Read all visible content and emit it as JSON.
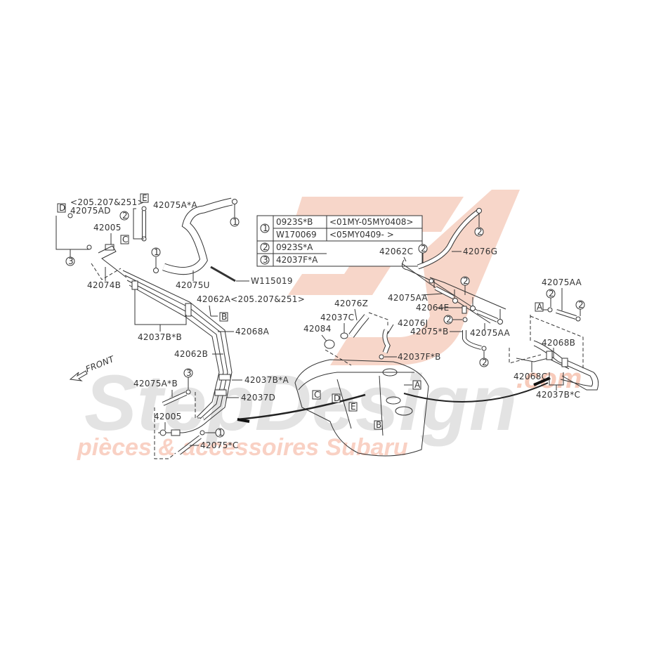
{
  "watermark": {
    "logo_letters": "SD",
    "brand": "StepDesign",
    "domain_suffix": ".com",
    "tagline": "pièces & accessoires Subaru",
    "colors": {
      "logo": "#f5c9b8",
      "brand": "#e4e4e4",
      "tagline": "#f9d3c6"
    }
  },
  "front_indicator": {
    "label": "FRONT"
  },
  "legend_table": {
    "rows": [
      {
        "ref": "1",
        "part": "0923S*B",
        "note": "<01MY-05MY0408>"
      },
      {
        "ref": "",
        "part": "W170069",
        "note": "<05MY0409-    >"
      },
      {
        "ref": "2",
        "part": "0923S*A",
        "note": ""
      },
      {
        "ref": "3",
        "part": "42037F*A",
        "note": ""
      }
    ]
  },
  "callouts": {
    "c_205": "<205.207&251>",
    "c_42075AD": "42075AD",
    "c_42075AxA": "42075A*A",
    "c_42005_top": "42005",
    "c_42074B": "42074B",
    "c_42075U": "42075U",
    "c_W115019": "W115019",
    "c_42062A": "42062A<205.207&251>",
    "c_42068A": "42068A",
    "c_42037BxB": "42037B*B",
    "c_42062B": "42062B",
    "c_42037BxA": "42037B*A",
    "c_42037D": "42037D",
    "c_42075AxB": "42075A*B",
    "c_42005_bot": "42005",
    "c_42075xC": "42075*C",
    "c_42062C": "42062C",
    "c_42076G": "42076G",
    "c_42075AA_1": "42075AA",
    "c_42064E": "42064E",
    "c_42075xB": "42075*B",
    "c_42075AA_2": "42075AA",
    "c_42075AA_3": "42075AA",
    "c_42076Z": "42076Z",
    "c_42037C": "42037C",
    "c_42084": "42084",
    "c_42076J": "42076J",
    "c_42037FxB": "42037F*B",
    "c_42068B": "42068B",
    "c_42068C": "42068C",
    "c_42037BxC": "42037B*C"
  },
  "ref_circles": {
    "one": "1",
    "two": "2",
    "three": "3"
  },
  "boxed_refs": {
    "A": "A",
    "B": "B",
    "C": "C",
    "D": "D",
    "E": "E"
  }
}
